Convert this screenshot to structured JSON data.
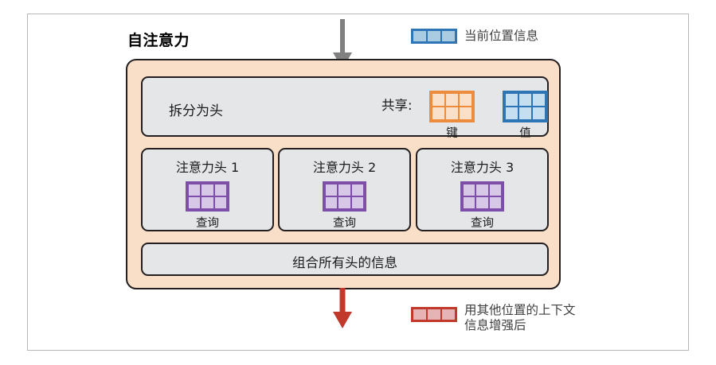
{
  "diagram": {
    "title": "自注意力",
    "legend_top": {
      "icon": "blue-token-row-icon",
      "label": "当前位置信息",
      "border_color": "#2E75B6",
      "fill_color": "#A9CCE3"
    },
    "legend_bottom": {
      "icon": "red-token-row-icon",
      "label": "用其他位置的上下文\n信息增强后",
      "border_color": "#C0392B",
      "fill_color": "#E6B4B4"
    },
    "arrow_in": {
      "icon": "arrow-down-icon",
      "color": "#808080"
    },
    "arrow_out": {
      "icon": "arrow-down-icon",
      "color": "#C0392B"
    },
    "container": {
      "fill_color": "#F9DFC8",
      "border_color": "#231F20"
    },
    "split_panel": {
      "label": "拆分为头",
      "shared_label": "共享:",
      "matrices": [
        {
          "caption": "键",
          "icon": "key-matrix-icon",
          "rows": 2,
          "cols": 3,
          "border_color": "#ED8C3C",
          "fill_color": "#FAE0C8"
        },
        {
          "caption": "值",
          "icon": "value-matrix-icon",
          "rows": 2,
          "cols": 3,
          "border_color": "#2E75B6",
          "fill_color": "#C5DEF0"
        }
      ]
    },
    "heads": [
      {
        "title": "注意力头 1",
        "caption": "查询",
        "icon": "query-matrix-icon",
        "rows": 2,
        "cols": 3,
        "border_color": "#7D4FA8",
        "fill_color": "#D8C8E8"
      },
      {
        "title": "注意力头 2",
        "caption": "查询",
        "icon": "query-matrix-icon",
        "rows": 2,
        "cols": 3,
        "border_color": "#7D4FA8",
        "fill_color": "#D8C8E8"
      },
      {
        "title": "注意力头 3",
        "caption": "查询",
        "icon": "query-matrix-icon",
        "rows": 2,
        "cols": 3,
        "border_color": "#7D4FA8",
        "fill_color": "#D8C8E8"
      }
    ],
    "combine_panel": {
      "label": "组合所有头的信息"
    }
  }
}
